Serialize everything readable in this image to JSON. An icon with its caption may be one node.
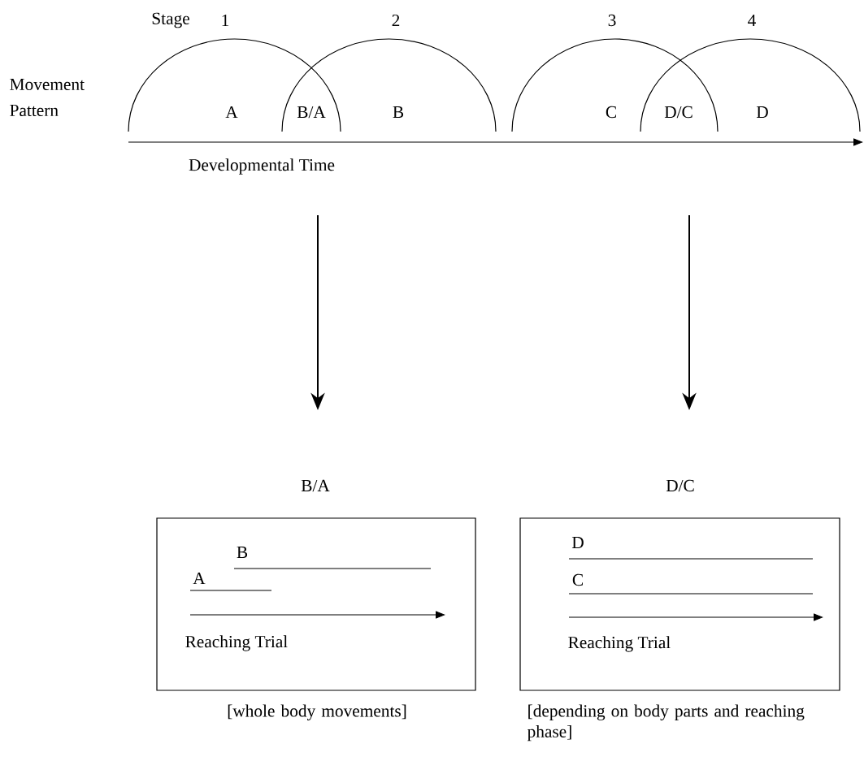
{
  "diagram": {
    "nodes": [
      {
        "text": [
          "B/A",
          "B",
          "A",
          "Reaching Trial"
        ],
        "beside": [
          "[whole body movements]"
        ]
      },
      {
        "text": [
          "D/C",
          "D",
          "C",
          "Reaching Trial"
        ],
        "beside": [
          "[depending on body parts and reaching phase]"
        ]
      }
    ],
    "labels": [
      "Stage",
      "1",
      "2",
      "3",
      "4",
      "Movement Pattern",
      "A",
      "B/A",
      "B",
      "C",
      "D/C",
      "D",
      "Developmental Time"
    ]
  }
}
